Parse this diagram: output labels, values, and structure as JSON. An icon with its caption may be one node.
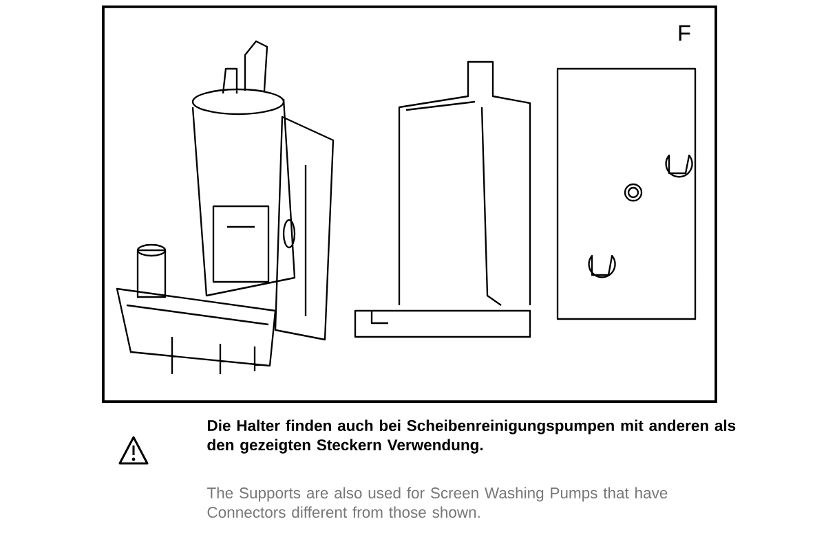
{
  "diagram": {
    "labels": [
      "F",
      "Die Halter finden auch bei Scheibenreinigungspumpen mit anderen als den gezeigten Steckern Verwendung.",
      "The Supports are also used for Screen Washing Pumps that have Connectors different from those shown."
    ]
  }
}
